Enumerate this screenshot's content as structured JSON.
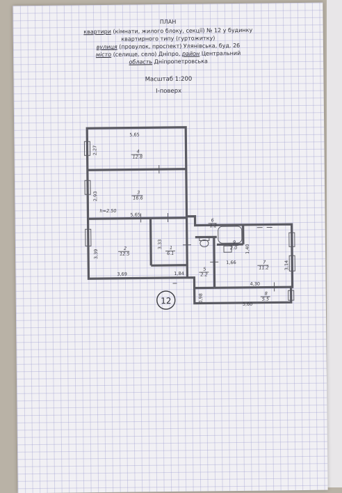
{
  "header": {
    "title": "ПЛАН",
    "line1_a": "квартири",
    "line1_b": " (кімнати, жилого блоку, секції) № 12 у будинку",
    "line2": "квартирного типу (гуртожитку)",
    "line3_a": "вулиця",
    "line3_b": " (провулок, проспект) Улянівська, буд. 26",
    "line4_a": "місто",
    "line4_b": " (селище, село) Дніпро, ",
    "line4_c": "район",
    "line4_d": " Центральний",
    "line5_a": "область",
    "line5_b": " Дніпропетровська",
    "scale": "Масштаб 1:200",
    "floor": "I-поверх"
  },
  "plan": {
    "apartment_number": "12",
    "ceiling_height": "h=2.50",
    "rooms": [
      {
        "num": "4",
        "area": "12.8"
      },
      {
        "num": "3",
        "area": "16.6"
      },
      {
        "num": "2",
        "area": "12.5"
      },
      {
        "num": "1",
        "area": "6.1"
      },
      {
        "num": "6",
        "area": "1.2"
      },
      {
        "num": "5",
        "area": "2.2"
      },
      {
        "num": "9",
        "area": "2.0"
      },
      {
        "num": "7",
        "area": "11.2"
      },
      {
        "num": "8",
        "area": "5.5"
      }
    ],
    "dimensions": {
      "d_565_top": "5,65",
      "d_227": "2,27",
      "d_293": "2,93",
      "d_565_mid": "5,65",
      "d_339": "3,39",
      "d_333": "3,33",
      "d_369": "3,69",
      "d_184": "1,84",
      "d_140": "1,40",
      "d_166": "1,66",
      "d_314": "3,14",
      "d_430": "4,30",
      "d_098": "0,98",
      "d_560": "5,60"
    }
  }
}
